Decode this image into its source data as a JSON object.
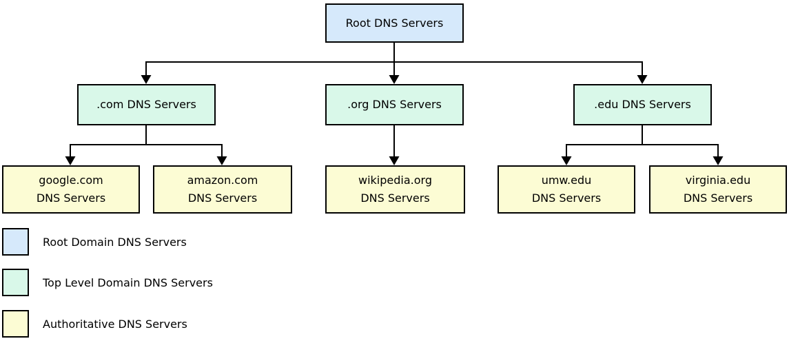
{
  "colors": {
    "root_fill": "#d6e9fb",
    "tld_fill": "#d9f8e9",
    "auth_fill": "#fcfcd4",
    "border": "#000000",
    "line": "#000000",
    "background": "#ffffff"
  },
  "nodes": {
    "root": {
      "label": "Root DNS Servers"
    },
    "tld": [
      {
        "label": ".com DNS Servers"
      },
      {
        "label": ".org DNS Servers"
      },
      {
        "label": ".edu DNS Servers"
      }
    ],
    "auth": [
      {
        "label": "google.com\nDNS Servers"
      },
      {
        "label": "amazon.com\nDNS Servers"
      },
      {
        "label": "wikipedia.org\nDNS Servers"
      },
      {
        "label": "umw.edu\nDNS Servers"
      },
      {
        "label": "virginia.edu\nDNS Servers"
      }
    ]
  },
  "legend": {
    "items": [
      {
        "label": "Root Domain DNS Servers",
        "swatch": "#d6e9fb"
      },
      {
        "label": "Top Level Domain DNS Servers",
        "swatch": "#d9f8e9"
      },
      {
        "label": "Authoritative DNS Servers",
        "swatch": "#fcfcd4"
      }
    ]
  }
}
